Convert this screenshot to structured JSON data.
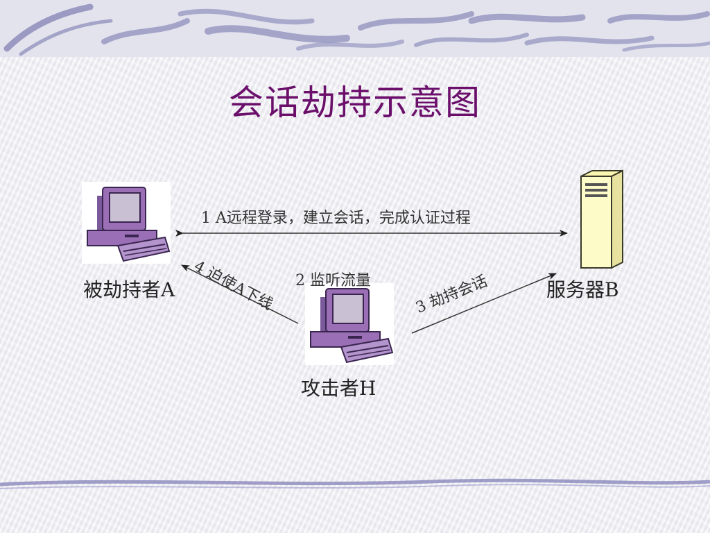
{
  "slide": {
    "title": "会话劫持示意图"
  },
  "nodes": {
    "victim": {
      "label": "被劫持者A",
      "icon": "computer-icon"
    },
    "server": {
      "label": "服务器B",
      "icon": "server-icon"
    },
    "attacker": {
      "label": "攻击者H",
      "icon": "computer-icon"
    }
  },
  "steps": {
    "step1": "1 A远程登录，建立会话，完成认证过程",
    "step2": "2 监听流量",
    "step3": "3 劫持会话",
    "step4": "4 迫使A下线"
  },
  "colors": {
    "title": "#6b0f6b",
    "computer_body": "#9a6fb5",
    "computer_dark": "#5a3a78",
    "server_body": "#fdfbc8",
    "decor_swirl": "#7a7ab0"
  }
}
